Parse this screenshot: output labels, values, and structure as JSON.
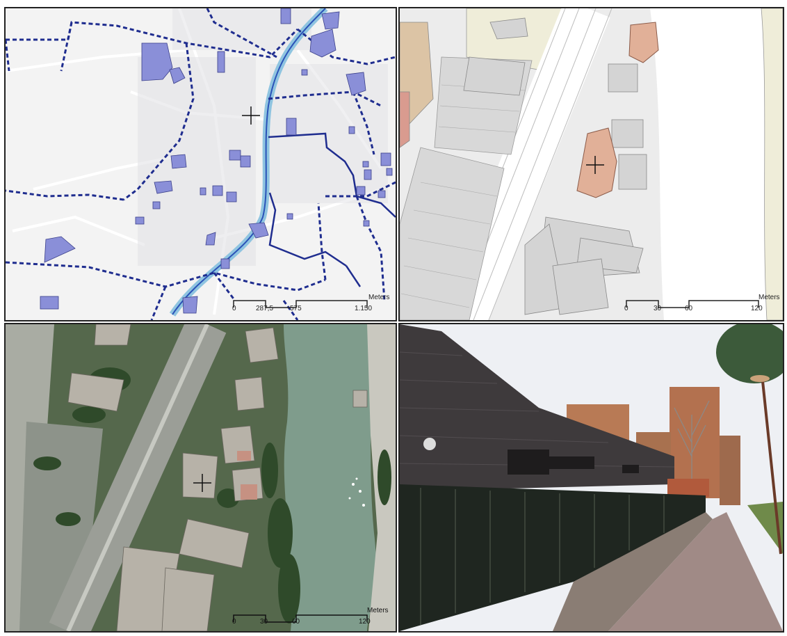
{
  "panels": {
    "overview_map": {
      "scale_unit": "Meters",
      "scale_ticks": [
        "0",
        "287,5",
        "575",
        "1.150"
      ],
      "colors": {
        "background": "#f3f3f3",
        "districts": "#1f2d8f",
        "river": "#8fc4e0",
        "buildings": "#8a8fd8"
      }
    },
    "cadastral_map": {
      "scale_unit": "Meters",
      "scale_ticks": [
        "0",
        "30",
        "60",
        "120"
      ],
      "colors": {
        "background": "#ececec",
        "highlight": "#e1b098",
        "parcel": "#efedd9",
        "tan": "#dcc4a5"
      }
    },
    "aerial_photo": {
      "scale_unit": "Meters",
      "scale_ticks": [
        "0",
        "30",
        "60",
        "120"
      ],
      "colors": {
        "river": "#7f9c8c",
        "trees": "#2f4a2a",
        "roofs": "#b7b2a8"
      }
    },
    "street_photo": {
      "colors": {
        "facade": "#3e3a3c",
        "sky": "#eef0f4",
        "fence": "#1f2620",
        "pavement": "#a08a86"
      }
    }
  }
}
